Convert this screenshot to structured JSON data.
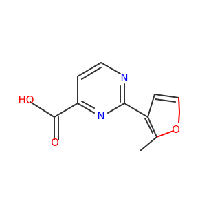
{
  "molecule": {
    "bond_color": "#333333",
    "oxygen_color": "#ff0000",
    "nitrogen_color": "#0000ff",
    "atom_labels": {
      "hydroxyl": "HO",
      "carbonyl_oxygen": "O",
      "pyrimidine_n1": "N",
      "pyrimidine_n3": "N",
      "furan_oxygen": "O"
    }
  }
}
